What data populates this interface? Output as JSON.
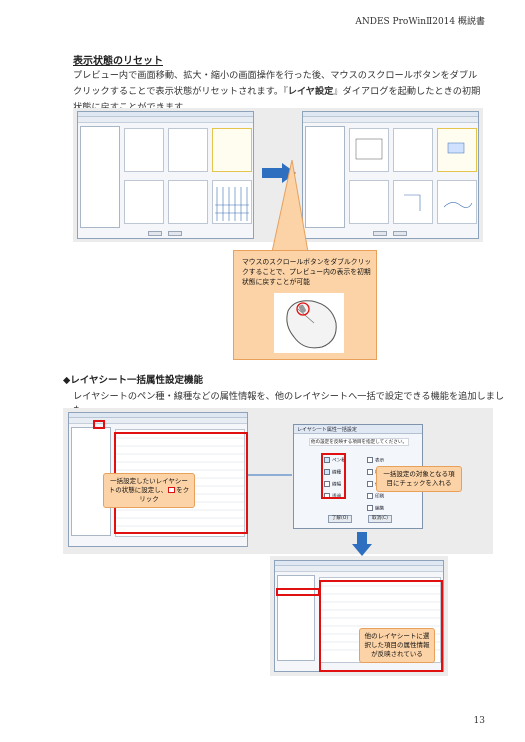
{
  "header": {
    "title": "ANDES ProWinⅡ2014 概説書"
  },
  "section1": {
    "heading": "表示状態のリセット",
    "para_a": "プレビュー内で画面移動、拡大・縮小の画面操作を行った後、マウスのスクロールボタンをダブルクリックすることで表示状態がリセットされます。『",
    "para_bold": "レイヤ設定",
    "para_b": "』ダイアログを起動したときの初期状態に戻すことができます。",
    "callout": "マウスのスクロールボタンをダブルクリックすることで、プレビュー内の表示を初期状態に戻すことが可能"
  },
  "section2": {
    "heading": "◆レイヤシート一括属性設定機能",
    "para": "レイヤシートのペン種・線種などの属性情報を、他のレイヤシートへ一括で設定できる機能を追加しました。",
    "note_left": "一括設定したいレイヤシートの状態に設定し、",
    "note_left_tail": "をクリック",
    "note_right": "一括設定の対象となる項目にチェックを入れる",
    "note_bottom": "他のレイヤシートに選択した項目の属性情報が反映されている",
    "dialog": {
      "title": "レイヤシート属性一括設定",
      "prompt": "他の設定を反映する項目を指定してください。",
      "options": [
        {
          "label": "ペン種",
          "checked": true
        },
        {
          "label": "表示",
          "checked": false
        },
        {
          "label": "線種",
          "checked": true
        },
        {
          "label": "検索",
          "checked": false
        },
        {
          "label": "線幅",
          "checked": false
        },
        {
          "label": "作図線",
          "checked": false
        },
        {
          "label": "透過",
          "checked": false
        },
        {
          "label": "印刷",
          "checked": false
        },
        {
          "label": "",
          "checked": false
        },
        {
          "label": "編集",
          "checked": false
        }
      ],
      "ok_label": "了解(O)",
      "cancel_label": "取消(C)"
    }
  },
  "footer": {
    "page": "13"
  },
  "colors": {
    "accent_red": "#e01010",
    "callout": "#fcd3a6",
    "arrow_blue": "#2f6fbf"
  },
  "icons": [
    "mouse-illustration",
    "right-arrow-icon",
    "down-arrow-icon",
    "apply-button-icon"
  ]
}
